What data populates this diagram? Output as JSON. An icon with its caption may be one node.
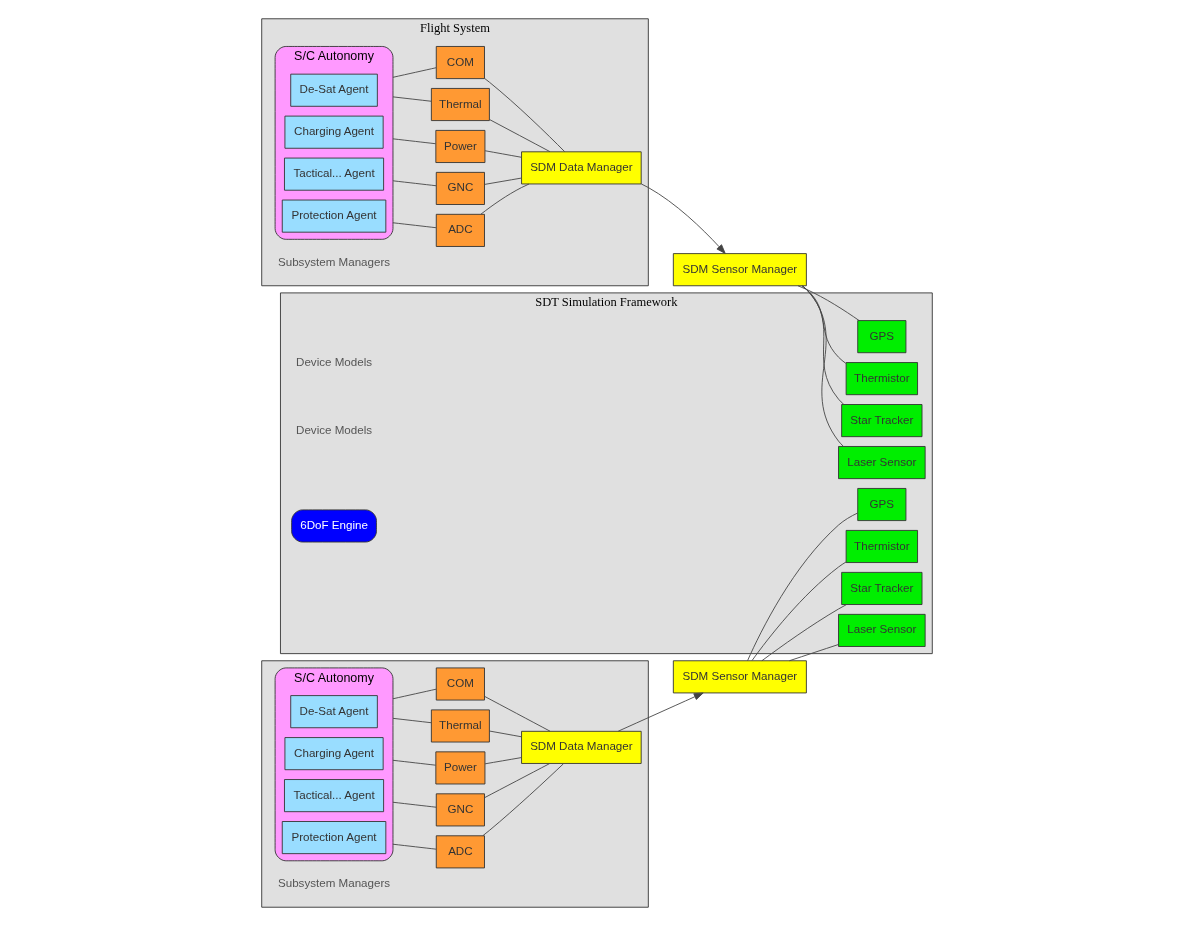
{
  "diagram": {
    "nodes": [
      {
        "text": [
          "Flight System"
        ]
      },
      {
        "text": [
          "S/C Autonomy"
        ],
        "in": 0
      },
      {
        "text": [
          "Protection Agent"
        ],
        "in": 1
      },
      {
        "text": [
          "Tactical... Agent"
        ],
        "in": 1
      },
      {
        "text": [
          "Charging Agent"
        ],
        "in": 1
      },
      {
        "text": [
          "De-Sat Agent"
        ],
        "in": 1
      },
      {
        "text": [
          "ADC"
        ],
        "in": 0
      },
      {
        "text": [
          "GNC"
        ],
        "in": 0
      },
      {
        "text": [
          "Power"
        ],
        "in": 0
      },
      {
        "text": [
          "Thermal"
        ],
        "in": 0
      },
      {
        "text": [
          "COM"
        ],
        "in": 0
      },
      {
        "text": [
          "SDM Data Manager"
        ],
        "in": 0
      },
      {
        "text": [],
        "shape": "box"
      },
      {
        "text": [
          "S/C Autonomy"
        ],
        "in": 12
      },
      {
        "text": [
          "Protection Agent"
        ],
        "in": 13
      },
      {
        "text": [
          "Tactical... Agent"
        ],
        "in": 13
      },
      {
        "text": [
          "Charging Agent"
        ],
        "in": 13
      },
      {
        "text": [
          "De-Sat Agent"
        ],
        "in": 13
      },
      {
        "text": [
          "ADC"
        ],
        "in": 12
      },
      {
        "text": [
          "GNC"
        ],
        "in": 12
      },
      {
        "text": [
          "Power"
        ],
        "in": 12
      },
      {
        "text": [
          "Thermal"
        ],
        "in": 12
      },
      {
        "text": [
          "COM"
        ],
        "in": 12
      },
      {
        "text": [
          "SDM Data Manager"
        ],
        "in": 12
      },
      {
        "text": [
          "SDT Simulation Framework"
        ]
      },
      {
        "text": [
          "SDM Sensor Manager"
        ]
      },
      {
        "text": [
          "GPS"
        ],
        "in": 24
      },
      {
        "text": [
          "Thermistor"
        ],
        "in": 24
      },
      {
        "text": [
          "Star Tracker"
        ],
        "in": 24
      },
      {
        "text": [
          "Laser Sensor"
        ],
        "in": 24
      },
      {
        "text": [
          "SDM Sensor Manager"
        ]
      },
      {
        "text": [
          "GPS"
        ],
        "in": 24
      },
      {
        "text": [
          "Thermistor"
        ],
        "in": 24
      },
      {
        "text": [
          "Star Tracker"
        ],
        "in": 24
      },
      {
        "text": [
          "Laser Sensor"
        ],
        "in": 24
      },
      {
        "text": [
          "6DoF Engine"
        ],
        "in": 24
      }
    ],
    "edges": [
      {
        "from": 1,
        "to": 6,
        "arrow": "none"
      },
      {
        "from": 1,
        "to": 7,
        "arrow": "none"
      },
      {
        "from": 1,
        "to": 8,
        "arrow": "none"
      },
      {
        "from": 1,
        "to": 9,
        "arrow": "none"
      },
      {
        "from": 1,
        "to": 10,
        "arrow": "none"
      },
      {
        "from": 6,
        "to": 11,
        "arrow": "none"
      },
      {
        "from": 7,
        "to": 11,
        "arrow": "none"
      },
      {
        "from": 8,
        "to": 11,
        "arrow": "none"
      },
      {
        "from": 9,
        "to": 11,
        "arrow": "none"
      },
      {
        "from": 10,
        "to": 11,
        "arrow": "none"
      },
      {
        "from": 11,
        "to": 25,
        "arrow": "to"
      },
      {
        "from": 25,
        "to": 26,
        "arrow": "none"
      },
      {
        "from": 25,
        "to": 27,
        "arrow": "none"
      },
      {
        "from": 25,
        "to": 28,
        "arrow": "none"
      },
      {
        "from": 25,
        "to": 29,
        "arrow": "none"
      },
      {
        "from": 13,
        "to": 18,
        "arrow": "none"
      },
      {
        "from": 13,
        "to": 19,
        "arrow": "none"
      },
      {
        "from": 13,
        "to": 20,
        "arrow": "none"
      },
      {
        "from": 13,
        "to": 21,
        "arrow": "none"
      },
      {
        "from": 13,
        "to": 22,
        "arrow": "none"
      },
      {
        "from": 18,
        "to": 23,
        "arrow": "none"
      },
      {
        "from": 19,
        "to": 23,
        "arrow": "none"
      },
      {
        "from": 20,
        "to": 23,
        "arrow": "none"
      },
      {
        "from": 21,
        "to": 23,
        "arrow": "none"
      },
      {
        "from": 22,
        "to": 23,
        "arrow": "none"
      },
      {
        "from": 23,
        "to": 30,
        "arrow": "to"
      },
      {
        "from": 30,
        "to": 31,
        "arrow": "none"
      },
      {
        "from": 30,
        "to": 32,
        "arrow": "none"
      },
      {
        "from": 30,
        "to": 33,
        "arrow": "none"
      },
      {
        "from": 30,
        "to": 34,
        "arrow": "none"
      }
    ],
    "labels": [
      "Subsystem Managers",
      "Device Models",
      "Device Models",
      "Subsystem Managers"
    ]
  }
}
